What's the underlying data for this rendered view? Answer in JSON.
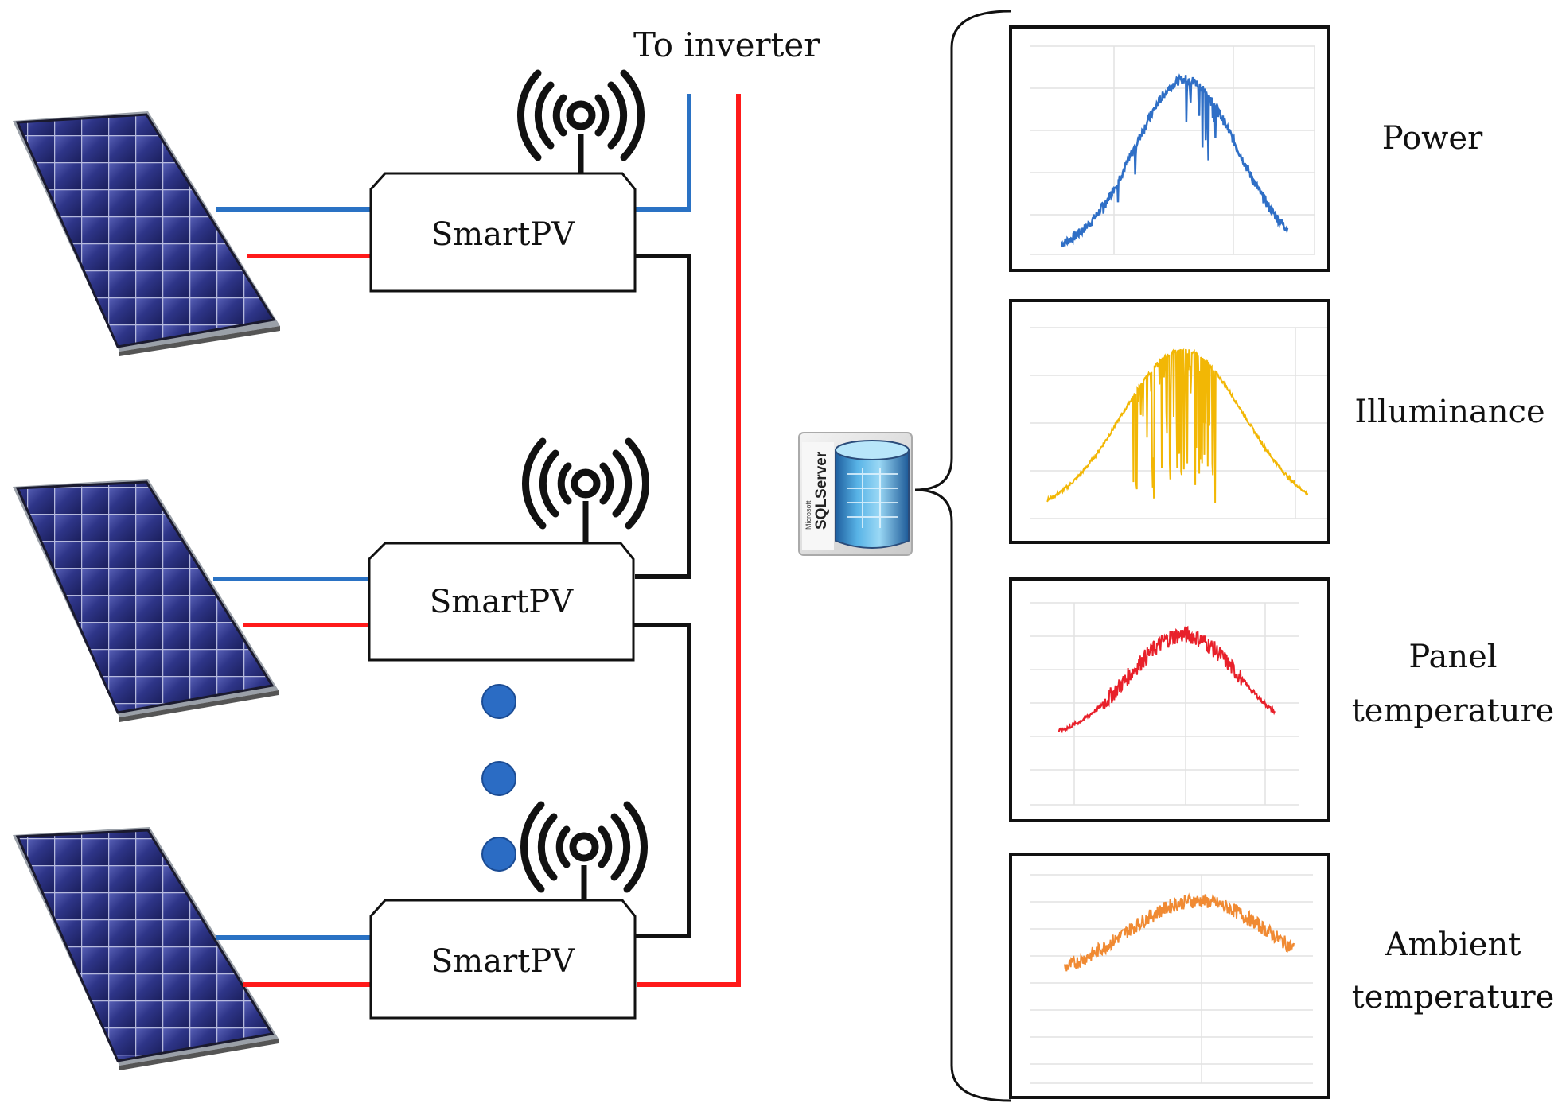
{
  "header": {
    "inverter_label": "To inverter"
  },
  "devices": [
    {
      "label": "SmartPV"
    },
    {
      "label": "SmartPV"
    },
    {
      "label": "SmartPV"
    }
  ],
  "database": {
    "logo_text": "SQLServer",
    "logo_small_text": "Microsoft"
  },
  "metrics": [
    {
      "label": "Power",
      "color": "#2f6fc6"
    },
    {
      "label": "Illuminance",
      "color": "#f2b705"
    },
    {
      "label_line1": "Panel",
      "label_line2": "temperature",
      "color": "#e8202a"
    },
    {
      "label_line1": "Ambient",
      "label_line2": "temperature",
      "color": "#f08a33"
    }
  ],
  "wire_colors": {
    "positive": "#ff1a1a",
    "negative": "#2a72c4",
    "bus": "#111111"
  },
  "dot_color": "#2b6cc4"
}
